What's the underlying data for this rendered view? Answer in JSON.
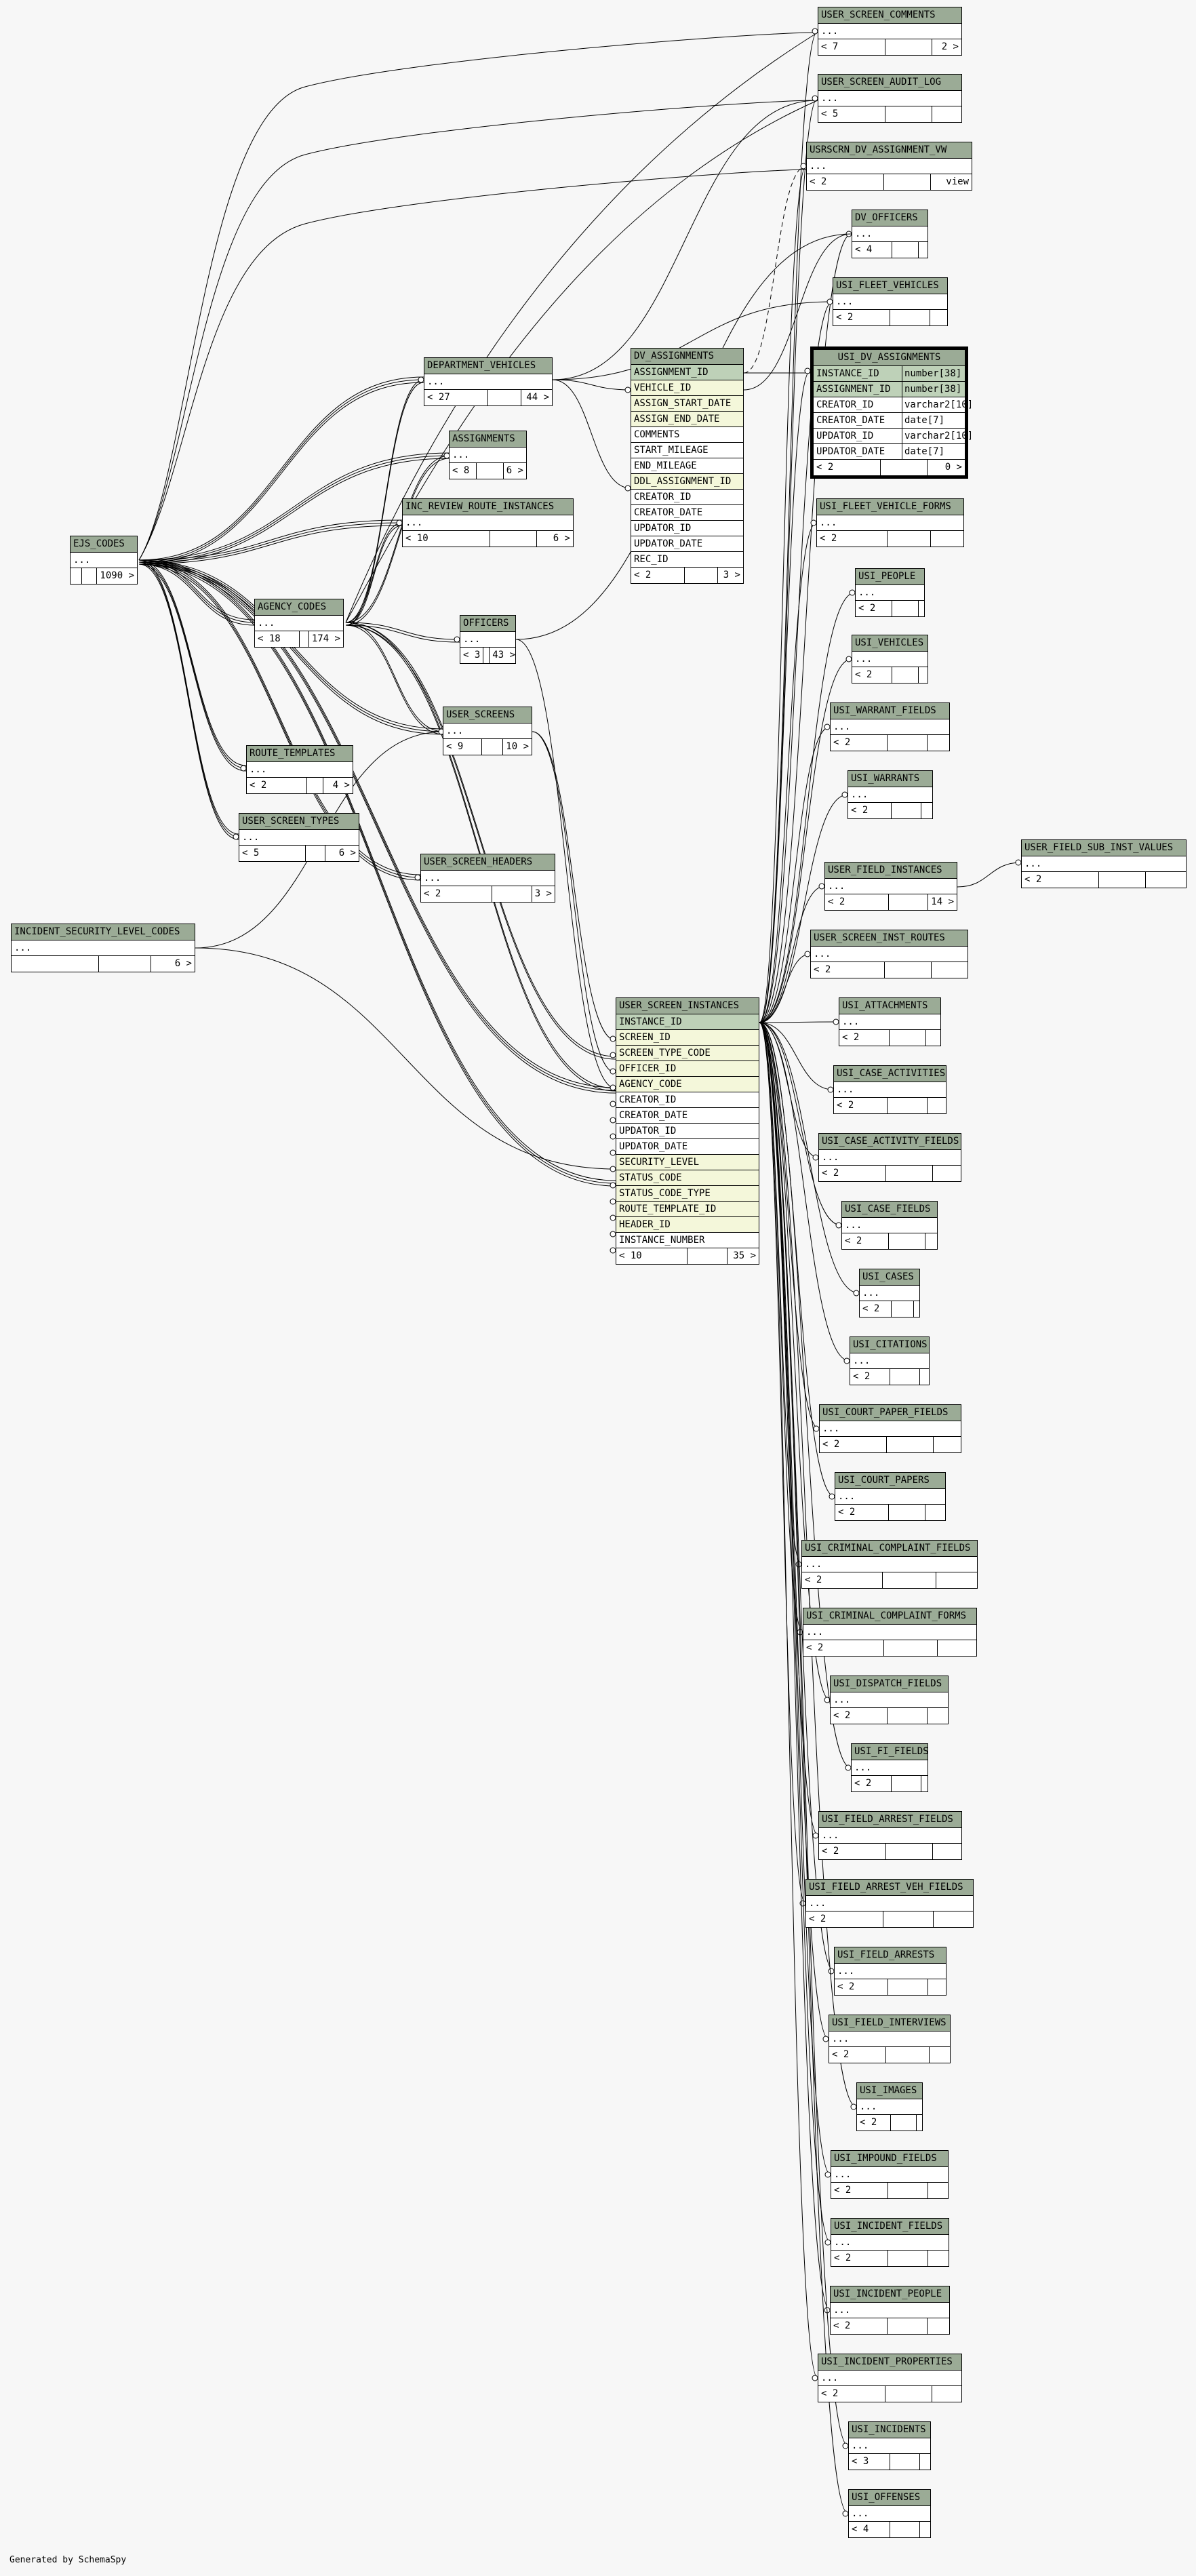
{
  "footer": "Generated by SchemaSpy",
  "colors": {
    "header": "#9bab96",
    "primary_key": "#bed1b8",
    "foreign_key": "#f4f7da",
    "background": "#f7f7f7"
  },
  "tables": {
    "ejs_codes": {
      "name": "EJS_CODES",
      "rows": [
        "..."
      ],
      "footer": [
        "",
        "",
        "1090 >"
      ]
    },
    "incident_security_level_codes": {
      "name": "INCIDENT_SECURITY_LEVEL_CODES",
      "rows": [
        "..."
      ],
      "footer": [
        "",
        "",
        "6 >"
      ]
    },
    "department_vehicles": {
      "name": "DEPARTMENT_VEHICLES",
      "rows": [
        "..."
      ],
      "footer": [
        "< 27",
        "",
        "44 >"
      ]
    },
    "assignments": {
      "name": "ASSIGNMENTS",
      "rows": [
        "..."
      ],
      "footer": [
        "< 8",
        "",
        "6 >"
      ]
    },
    "inc_review_route_instances": {
      "name": "INC_REVIEW_ROUTE_INSTANCES",
      "rows": [
        "..."
      ],
      "footer": [
        "< 10",
        "",
        "6 >"
      ]
    },
    "agency_codes": {
      "name": "AGENCY_CODES",
      "rows": [
        "..."
      ],
      "footer": [
        "< 18",
        "",
        "174 >"
      ]
    },
    "officers": {
      "name": "OFFICERS",
      "rows": [
        "..."
      ],
      "footer": [
        "< 3",
        "",
        "43 >"
      ]
    },
    "user_screens": {
      "name": "USER_SCREENS",
      "rows": [
        "..."
      ],
      "footer": [
        "< 9",
        "",
        "10 >"
      ]
    },
    "route_templates": {
      "name": "ROUTE_TEMPLATES",
      "rows": [
        "..."
      ],
      "footer": [
        "< 2",
        "",
        "4 >"
      ]
    },
    "user_screen_types": {
      "name": "USER_SCREEN_TYPES",
      "rows": [
        "..."
      ],
      "footer": [
        "< 5",
        "",
        "6 >"
      ]
    },
    "user_screen_headers": {
      "name": "USER_SCREEN_HEADERS",
      "rows": [
        "..."
      ],
      "footer": [
        "< 2",
        "",
        "3 >"
      ]
    },
    "dv_assignments": {
      "name": "DV_ASSIGNMENTS",
      "rows": [
        "ASSIGNMENT_ID",
        "VEHICLE_ID",
        "ASSIGN_START_DATE",
        "ASSIGN_END_DATE",
        "COMMENTS",
        "START_MILEAGE",
        "END_MILEAGE",
        "DDL_ASSIGNMENT_ID",
        "CREATOR_ID",
        "CREATOR_DATE",
        "UPDATOR_ID",
        "UPDATOR_DATE",
        "REC_ID"
      ],
      "footer": [
        "< 2",
        "",
        "3 >"
      ]
    },
    "user_screen_instances": {
      "name": "USER_SCREEN_INSTANCES",
      "rows": [
        "INSTANCE_ID",
        "SCREEN_ID",
        "SCREEN_TYPE_CODE",
        "OFFICER_ID",
        "AGENCY_CODE",
        "CREATOR_ID",
        "CREATOR_DATE",
        "UPDATOR_ID",
        "UPDATOR_DATE",
        "SECURITY_LEVEL",
        "STATUS_CODE",
        "STATUS_CODE_TYPE",
        "ROUTE_TEMPLATE_ID",
        "HEADER_ID",
        "INSTANCE_NUMBER"
      ],
      "footer": [
        "< 10",
        "",
        "35 >"
      ]
    },
    "usi_dv_assignments": {
      "name": "USI_DV_ASSIGNMENTS",
      "rows": [
        "INSTANCE_ID",
        "ASSIGNMENT_ID",
        "CREATOR_ID",
        "CREATOR_DATE",
        "UPDATOR_ID",
        "UPDATOR_DATE"
      ],
      "types": [
        "number[38]",
        "number[38]",
        "varchar2[10]",
        "date[7]",
        "varchar2[10]",
        "date[7]"
      ],
      "footer": [
        "< 2",
        "",
        "0 >"
      ]
    },
    "user_screen_comments": {
      "name": "USER_SCREEN_COMMENTS",
      "rows": [
        "..."
      ],
      "footer": [
        "< 7",
        "",
        "2 >"
      ]
    },
    "user_screen_audit_log": {
      "name": "USER_SCREEN_AUDIT_LOG",
      "rows": [
        "..."
      ],
      "footer": [
        "< 5",
        "",
        ""
      ]
    },
    "usrscrn_dv_assignment_vw": {
      "name": "USRSCRN_DV_ASSIGNMENT_VW",
      "rows": [
        "..."
      ],
      "footer": [
        "< 2",
        "",
        "view"
      ]
    },
    "dv_officers": {
      "name": "DV_OFFICERS",
      "rows": [
        "..."
      ],
      "footer": [
        "< 4",
        "",
        ""
      ]
    },
    "usi_fleet_vehicles": {
      "name": "USI_FLEET_VEHICLES",
      "rows": [
        "..."
      ],
      "footer": [
        "< 2",
        "",
        ""
      ]
    },
    "usi_fleet_vehicle_forms": {
      "name": "USI_FLEET_VEHICLE_FORMS",
      "rows": [
        "..."
      ],
      "footer": [
        "< 2",
        "",
        ""
      ]
    },
    "usi_people": {
      "name": "USI_PEOPLE",
      "rows": [
        "..."
      ],
      "footer": [
        "< 2",
        "",
        ""
      ]
    },
    "usi_vehicles": {
      "name": "USI_VEHICLES",
      "rows": [
        "..."
      ],
      "footer": [
        "< 2",
        "",
        ""
      ]
    },
    "usi_warrant_fields": {
      "name": "USI_WARRANT_FIELDS",
      "rows": [
        "..."
      ],
      "footer": [
        "< 2",
        "",
        ""
      ]
    },
    "usi_warrants": {
      "name": "USI_WARRANTS",
      "rows": [
        "..."
      ],
      "footer": [
        "< 2",
        "",
        ""
      ]
    },
    "user_field_instances": {
      "name": "USER_FIELD_INSTANCES",
      "rows": [
        "..."
      ],
      "footer": [
        "< 2",
        "",
        "14 >"
      ]
    },
    "user_field_sub_inst_values": {
      "name": "USER_FIELD_SUB_INST_VALUES",
      "rows": [
        "..."
      ],
      "footer": [
        "< 2",
        "",
        ""
      ]
    },
    "user_screen_inst_routes": {
      "name": "USER_SCREEN_INST_ROUTES",
      "rows": [
        "..."
      ],
      "footer": [
        "< 2",
        "",
        ""
      ]
    },
    "usi_attachments": {
      "name": "USI_ATTACHMENTS",
      "rows": [
        "..."
      ],
      "footer": [
        "< 2",
        "",
        ""
      ]
    },
    "usi_case_activities": {
      "name": "USI_CASE_ACTIVITIES",
      "rows": [
        "..."
      ],
      "footer": [
        "< 2",
        "",
        ""
      ]
    },
    "usi_case_activity_fields": {
      "name": "USI_CASE_ACTIVITY_FIELDS",
      "rows": [
        "..."
      ],
      "footer": [
        "< 2",
        "",
        ""
      ]
    },
    "usi_case_fields": {
      "name": "USI_CASE_FIELDS",
      "rows": [
        "..."
      ],
      "footer": [
        "< 2",
        "",
        ""
      ]
    },
    "usi_cases": {
      "name": "USI_CASES",
      "rows": [
        "..."
      ],
      "footer": [
        "< 2",
        "",
        ""
      ]
    },
    "usi_citations": {
      "name": "USI_CITATIONS",
      "rows": [
        "..."
      ],
      "footer": [
        "< 2",
        "",
        ""
      ]
    },
    "usi_court_paper_fields": {
      "name": "USI_COURT_PAPER_FIELDS",
      "rows": [
        "..."
      ],
      "footer": [
        "< 2",
        "",
        ""
      ]
    },
    "usi_court_papers": {
      "name": "USI_COURT_PAPERS",
      "rows": [
        "..."
      ],
      "footer": [
        "< 2",
        "",
        ""
      ]
    },
    "usi_criminal_complaint_fields": {
      "name": "USI_CRIMINAL_COMPLAINT_FIELDS",
      "rows": [
        "..."
      ],
      "footer": [
        "< 2",
        "",
        ""
      ]
    },
    "usi_criminal_complaint_forms": {
      "name": "USI_CRIMINAL_COMPLAINT_FORMS",
      "rows": [
        "..."
      ],
      "footer": [
        "< 2",
        "",
        ""
      ]
    },
    "usi_dispatch_fields": {
      "name": "USI_DISPATCH_FIELDS",
      "rows": [
        "..."
      ],
      "footer": [
        "< 2",
        "",
        ""
      ]
    },
    "usi_fi_fields": {
      "name": "USI_FI_FIELDS",
      "rows": [
        "..."
      ],
      "footer": [
        "< 2",
        "",
        ""
      ]
    },
    "usi_field_arrest_fields": {
      "name": "USI_FIELD_ARREST_FIELDS",
      "rows": [
        "..."
      ],
      "footer": [
        "< 2",
        "",
        ""
      ]
    },
    "usi_field_arrest_veh_fields": {
      "name": "USI_FIELD_ARREST_VEH_FIELDS",
      "rows": [
        "..."
      ],
      "footer": [
        "< 2",
        "",
        ""
      ]
    },
    "usi_field_arrests": {
      "name": "USI_FIELD_ARRESTS",
      "rows": [
        "..."
      ],
      "footer": [
        "< 2",
        "",
        ""
      ]
    },
    "usi_field_interviews": {
      "name": "USI_FIELD_INTERVIEWS",
      "rows": [
        "..."
      ],
      "footer": [
        "< 2",
        "",
        ""
      ]
    },
    "usi_images": {
      "name": "USI_IMAGES",
      "rows": [
        "..."
      ],
      "footer": [
        "< 2",
        "",
        ""
      ]
    },
    "usi_impound_fields": {
      "name": "USI_IMPOUND_FIELDS",
      "rows": [
        "..."
      ],
      "footer": [
        "< 2",
        "",
        ""
      ]
    },
    "usi_incident_fields": {
      "name": "USI_INCIDENT_FIELDS",
      "rows": [
        "..."
      ],
      "footer": [
        "< 2",
        "",
        ""
      ]
    },
    "usi_incident_people": {
      "name": "USI_INCIDENT_PEOPLE",
      "rows": [
        "..."
      ],
      "footer": [
        "< 2",
        "",
        ""
      ]
    },
    "usi_incident_properties": {
      "name": "USI_INCIDENT_PROPERTIES",
      "rows": [
        "..."
      ],
      "footer": [
        "< 2",
        "",
        ""
      ]
    },
    "usi_incidents": {
      "name": "USI_INCIDENTS",
      "rows": [
        "..."
      ],
      "footer": [
        "< 3",
        "",
        ""
      ]
    },
    "usi_offenses": {
      "name": "USI_OFFENSES",
      "rows": [
        "..."
      ],
      "footer": [
        "< 4",
        "",
        ""
      ]
    }
  }
}
